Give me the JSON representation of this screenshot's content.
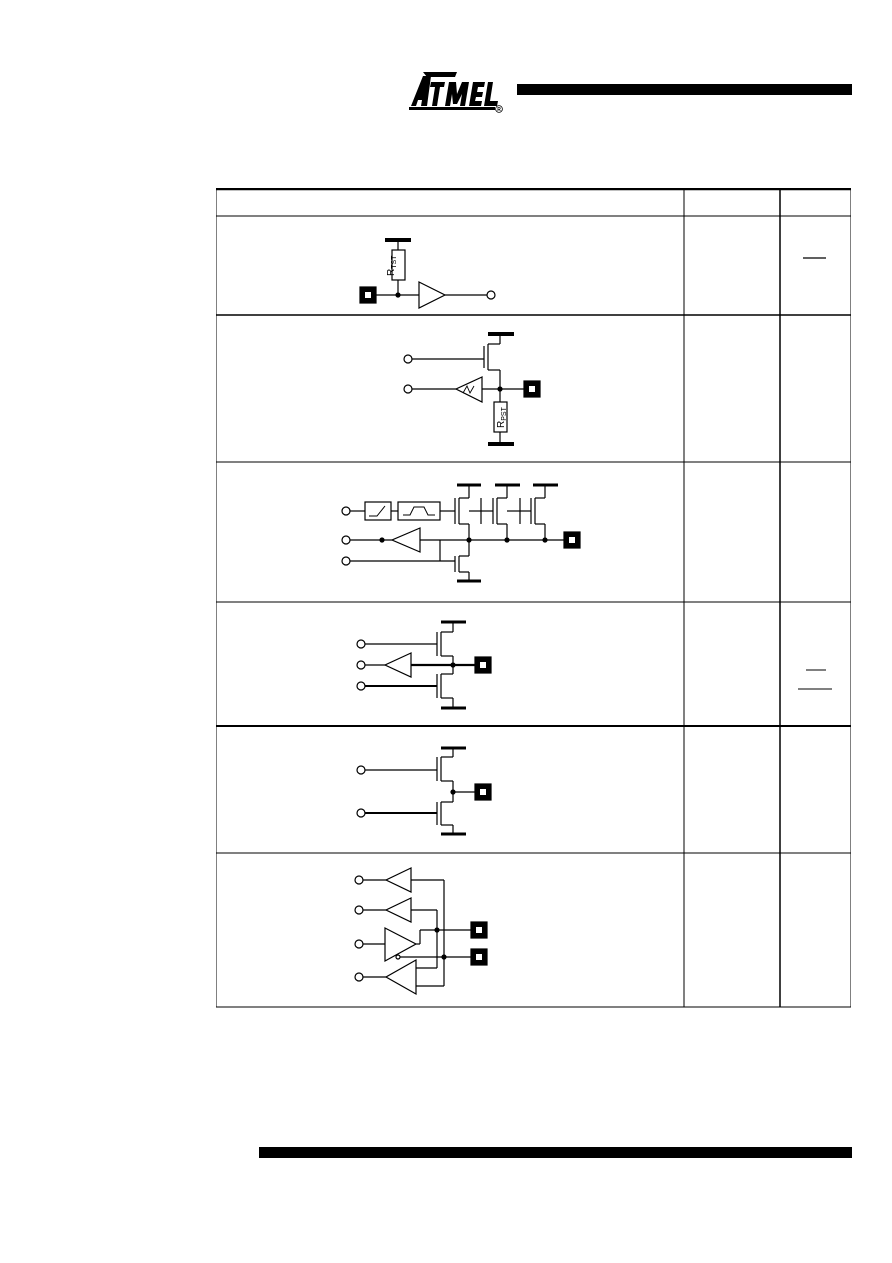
{
  "logo": {
    "brand": "ATMEL",
    "registered_mark": "®",
    "icon": "atmel-logo"
  },
  "rtst_label": "R",
  "rtst_sub": "TST",
  "rpst_label": "R",
  "rpst_sub": "PST"
}
